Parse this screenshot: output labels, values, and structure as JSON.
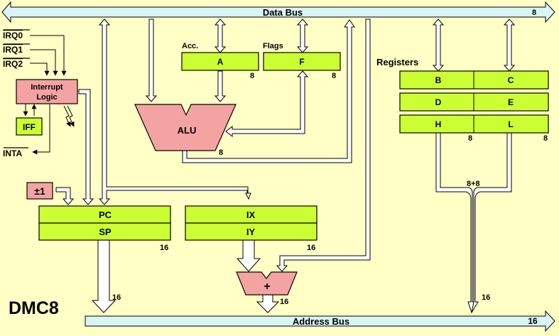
{
  "buses": {
    "data_bus": {
      "label": "Data Bus",
      "width": "8"
    },
    "address_bus": {
      "label": "Address Bus",
      "width": "16"
    }
  },
  "interrupts": {
    "inputs": [
      "IRQ0",
      "IRQ1",
      "IRQ2"
    ],
    "logic_label": [
      "Interrupt",
      "Logic"
    ],
    "iff": "IFF",
    "inta": "INTA"
  },
  "accumulator": {
    "caption": "Acc.",
    "label": "A",
    "width": "8"
  },
  "flags": {
    "caption": "Flags",
    "label": "F",
    "width": "8"
  },
  "alu": {
    "label": "ALU",
    "width": "8"
  },
  "registers": {
    "caption": "Registers",
    "pairs": [
      [
        "B",
        "C"
      ],
      [
        "D",
        "E"
      ],
      [
        "H",
        "L"
      ]
    ],
    "width_h": "8",
    "width_l": "8",
    "combined_width": "8+8",
    "out_width": "16"
  },
  "incdec": {
    "label": "±1"
  },
  "pc_sp": {
    "pc": "PC",
    "sp": "SP",
    "width": "16",
    "out_width": "16"
  },
  "ix_iy": {
    "ix": "IX",
    "iy": "IY",
    "width": "16"
  },
  "adder": {
    "label": "+",
    "width": "16"
  },
  "title": "DMC8",
  "colors": {
    "background": "#ffffc6",
    "register_fill": "#ccff33",
    "unit_fill": "#f4a3a3",
    "bus_fill": "#d9f5f5",
    "bus_stroke": "#000000"
  }
}
